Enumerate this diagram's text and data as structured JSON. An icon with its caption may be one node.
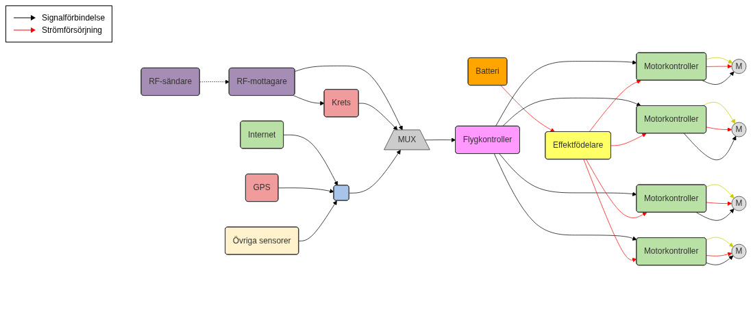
{
  "diagram": {
    "nodes": [
      {
        "text": [
          "Krets"
        ]
      },
      {
        "text": [
          "Batteri"
        ]
      },
      {
        "text": [
          "RF-sändare"
        ]
      },
      {
        "text": [
          "RF-mottagare"
        ]
      },
      {
        "text": [
          "MUX"
        ]
      },
      {
        "text": [
          "Flygkontroller"
        ]
      },
      {
        "text": [
          "Effektfödelare"
        ]
      },
      {
        "text": [],
        "shape": "box"
      },
      {
        "text": [
          "Internet"
        ]
      },
      {
        "text": [
          "GPS"
        ]
      },
      {
        "text": [
          "Övriga sensorer"
        ]
      },
      {
        "text": [
          "M"
        ]
      },
      {
        "text": [
          "Motorkontroller"
        ]
      },
      {
        "text": [
          "Motorkontroller"
        ]
      },
      {
        "text": [
          "M"
        ]
      },
      {
        "text": [
          "M"
        ]
      },
      {
        "text": [
          "Motorkontroller"
        ]
      },
      {
        "text": [
          "Motorkontroller"
        ]
      },
      {
        "text": [
          "M"
        ]
      }
    ],
    "edges": [
      {
        "from": 2,
        "to": 3,
        "arrow": "to",
        "style": "dashed"
      },
      {
        "from": 3,
        "to": 0,
        "arrow": "to"
      },
      {
        "from": 3,
        "to": 4,
        "arrow": "to"
      },
      {
        "from": 0,
        "to": 4,
        "arrow": "to"
      },
      {
        "from": 7,
        "to": 4,
        "arrow": "to"
      },
      {
        "from": 8,
        "to": 7,
        "arrow": "to"
      },
      {
        "from": 9,
        "to": 7,
        "arrow": "to"
      },
      {
        "from": 10,
        "to": 7,
        "arrow": "to"
      },
      {
        "from": 4,
        "to": 5,
        "arrow": "to"
      },
      {
        "from": 1,
        "to": 6,
        "arrow": "to",
        "color": "#ff0000"
      },
      {
        "from": 5,
        "to": 12,
        "arrow": "to"
      },
      {
        "from": 5,
        "to": 16,
        "arrow": "to"
      },
      {
        "from": 5,
        "to": 13,
        "arrow": "to"
      },
      {
        "from": 5,
        "to": 17,
        "arrow": "to"
      },
      {
        "from": 6,
        "to": 12,
        "arrow": "to",
        "color": "#ff0000"
      },
      {
        "from": 6,
        "to": 16,
        "arrow": "to",
        "color": "#ff0000"
      },
      {
        "from": 6,
        "to": 13,
        "arrow": "to",
        "color": "#ff0000"
      },
      {
        "from": 6,
        "to": 17,
        "arrow": "to",
        "color": "#ff0000"
      },
      {
        "from": 12,
        "to": 11,
        "arrow": "to",
        "color": "#cccc00"
      },
      {
        "from": 12,
        "to": 11,
        "arrow": "to",
        "color": "#ff0000"
      },
      {
        "from": 12,
        "to": 11,
        "arrow": "to"
      },
      {
        "from": 16,
        "to": 15,
        "arrow": "to",
        "color": "#cccc00"
      },
      {
        "from": 16,
        "to": 15,
        "arrow": "to",
        "color": "#ff0000"
      },
      {
        "from": 16,
        "to": 15,
        "arrow": "to"
      },
      {
        "from": 13,
        "to": 14,
        "arrow": "to",
        "color": "#cccc00"
      },
      {
        "from": 13,
        "to": 14,
        "arrow": "to",
        "color": "#ff0000"
      },
      {
        "from": 13,
        "to": 14,
        "arrow": "to"
      },
      {
        "from": 17,
        "to": 18,
        "arrow": "to",
        "color": "#cccc00"
      },
      {
        "from": 17,
        "to": 18,
        "arrow": "to",
        "color": "#ff0000"
      },
      {
        "from": 17,
        "to": 18,
        "arrow": "to"
      }
    ],
    "legend": [
      {
        "text": "Signalförbindelse"
      },
      {
        "text": "Strömförsörjning"
      }
    ]
  }
}
